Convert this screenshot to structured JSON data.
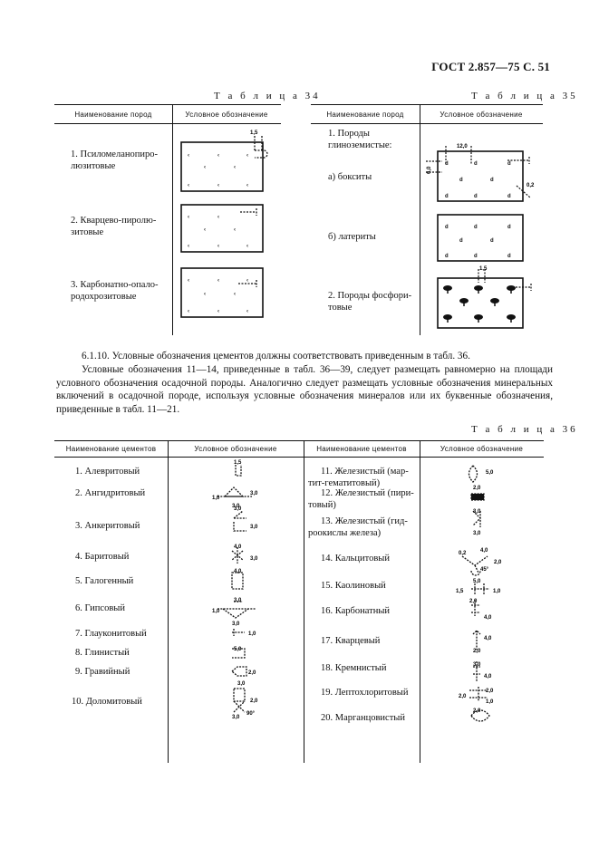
{
  "header": "ГОСТ 2.857—75 С. 51",
  "table34": {
    "caption": "Т а б л и ц а  34",
    "col_name": "Наименование пород",
    "col_sym": "Условное обозначение",
    "rows": [
      "1. Псиломеланопиро-\nлюзитовые",
      "2. Кварцево-пиролю-\nзитовые",
      "3. Карбонатно-опало-\nродохрозитовые"
    ],
    "dims": [
      "1,5"
    ]
  },
  "table35": {
    "caption": "Т а б л и ц а  35",
    "col_name": "Наименование пород",
    "col_sym": "Условное обозначение",
    "rows": [
      "1. Породы глиноземистые:",
      "а) бокситы",
      "б) латериты",
      "2. Породы фосфори-\nтовые"
    ],
    "dims": [
      "12,0",
      "6,0",
      "0,2",
      "1,5"
    ]
  },
  "paragraph1": "6.1.10. Условные обозначения цементов должны соответствовать приведенным в табл. 36.",
  "paragraph2": "Условные обозначения 11—14, приведенные в табл. 36—39, следует размещать равномерно на площади условного обозначения осадочной породы. Аналогично следует размещать условные обозначения минеральных включений в осадочной породе, используя условные обозначения минералов или их буквенные обозначения, приведенные в табл. 11—21.",
  "table36": {
    "caption": "Т а б л и ц а  36",
    "col_name": "Наименование цементов",
    "col_sym": "Условное обозначение",
    "left": [
      "1. Алевритовый",
      "2. Ангидритовый",
      "3. Анкеритовый",
      "4. Баритовый",
      "5. Галогенный",
      "6. Гипсовый",
      "7. Глауконитовый",
      "8. Глинистый",
      "9. Гравийный",
      "10. Доломитовый"
    ],
    "right": [
      "11. Железистый (мар-\nтит-гематитовый)",
      "12. Железистый (пири-\nтовый)",
      "13. Железистый (гид-\nроокислы железа)",
      "14. Кальцитовый",
      "15. Каолиновый",
      "16. Карбонатный",
      "17. Кварцевый",
      "18. Кремнистый",
      "19. Лептохлоритовый",
      "20. Марганцовистый"
    ],
    "dims": {
      "s1": "1,5",
      "s2a": "1,0",
      "s2b": "3,0",
      "s2c": "3,0",
      "s3a": "3,0",
      "s3b": "3,0",
      "s4a": "4,0",
      "s4b": "3,0",
      "s5": "4,0",
      "s6a": "3,0",
      "s6b": "1,0",
      "s6c": "3,0",
      "s7": "1,0",
      "s8": "5,0",
      "s9": "2,0",
      "s10a": "3,0",
      "s10b": "2,0",
      "s10c": "3,0",
      "s10d": "90°",
      "s11a": "5,0",
      "s11b": "2,0",
      "s12": "3,0",
      "s13": "3,0",
      "s14a": "0,2",
      "s14b": "4,0",
      "s14c": "2,0",
      "s14d": "45°",
      "s15a": "5,0",
      "s15b": "1,5",
      "s15c": "1,0",
      "s16a": "2,0",
      "s16b": "4,0",
      "s17a": "4,0",
      "s17b": "2,0",
      "s18a": "3,0",
      "s18b": "4,0",
      "s19a": "2,0",
      "s19b": "2,0",
      "s19c": "1,0",
      "s20": "2,0"
    }
  }
}
